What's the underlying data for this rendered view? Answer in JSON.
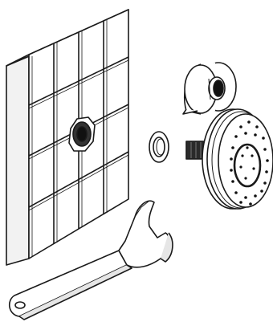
{
  "illustration": {
    "parts": [
      {
        "id": "tiled-wall",
        "icon": "tiled-wall-with-pipe-fitting-icon"
      },
      {
        "id": "thread-seal-tape",
        "icon": "tape-roll-icon"
      },
      {
        "id": "rubber-washer",
        "icon": "washer-ring-icon"
      },
      {
        "id": "shower-head",
        "icon": "shower-head-icon"
      },
      {
        "id": "wrench",
        "icon": "open-end-wrench-icon"
      }
    ],
    "colors": {
      "line": "#1a1a1a",
      "fill": "#ffffff",
      "shade": "#bdbdbd",
      "dark": "#111111"
    }
  }
}
